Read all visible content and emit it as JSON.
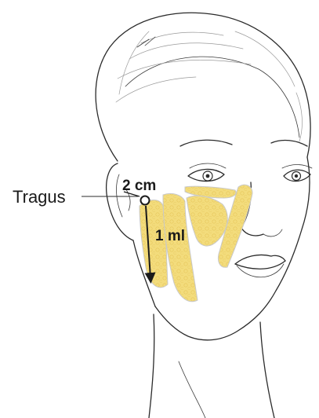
{
  "labels": {
    "tragus": "Tragus",
    "distance": "2 cm",
    "volume": "1 ml"
  },
  "colors": {
    "fat_fill": "#f3dc7c",
    "fat_stroke": "#c9c9c9",
    "line": "#2b2b2b",
    "background": "#ffffff"
  }
}
